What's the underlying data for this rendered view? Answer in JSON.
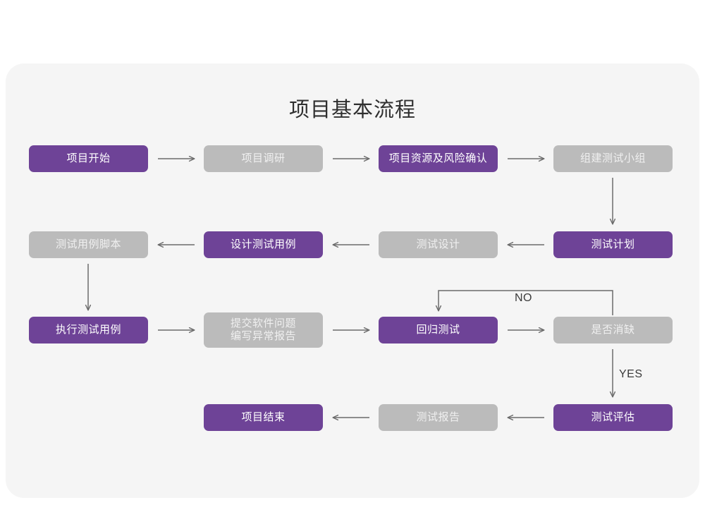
{
  "card": {
    "background": "#f5f5f5",
    "page_background": "#ffffff"
  },
  "title": "项目基本流程",
  "colors": {
    "purple": "#6e4397",
    "gray": "#bbbbbb",
    "purple_text": "#ffffff",
    "gray_text": "#f0f0f0",
    "connector": "#6b6b6b",
    "title_text": "#2f2f2f"
  },
  "chart_data": {
    "type": "diagram",
    "title": "项目基本流程",
    "nodes": [
      {
        "id": "n1",
        "label": "项目开始",
        "style": "purple",
        "row": 1,
        "col": 1
      },
      {
        "id": "n2",
        "label": "项目调研",
        "style": "gray",
        "row": 1,
        "col": 2
      },
      {
        "id": "n3",
        "label": "项目资源及风险确认",
        "style": "purple",
        "row": 1,
        "col": 3
      },
      {
        "id": "n4",
        "label": "组建测试小组",
        "style": "gray",
        "row": 1,
        "col": 4
      },
      {
        "id": "n5",
        "label": "测试用例脚本",
        "style": "gray",
        "row": 2,
        "col": 1
      },
      {
        "id": "n6",
        "label": "设计测试用例",
        "style": "purple",
        "row": 2,
        "col": 2
      },
      {
        "id": "n7",
        "label": "测试设计",
        "style": "gray",
        "row": 2,
        "col": 3
      },
      {
        "id": "n8",
        "label": "测试计划",
        "style": "purple",
        "row": 2,
        "col": 4
      },
      {
        "id": "n9",
        "label": "执行测试用例",
        "style": "purple",
        "row": 3,
        "col": 1
      },
      {
        "id": "n10",
        "label": "提交软件问题\n编写异常报告",
        "style": "gray",
        "row": 3,
        "col": 2
      },
      {
        "id": "n11",
        "label": "回归测试",
        "style": "purple",
        "row": 3,
        "col": 3
      },
      {
        "id": "n12",
        "label": "是否消缺",
        "style": "gray",
        "row": 3,
        "col": 4
      },
      {
        "id": "n13",
        "label": "项目结束",
        "style": "purple",
        "row": 4,
        "col": 2
      },
      {
        "id": "n14",
        "label": "测试报告",
        "style": "gray",
        "row": 4,
        "col": 3
      },
      {
        "id": "n15",
        "label": "测试评估",
        "style": "purple",
        "row": 4,
        "col": 4
      }
    ],
    "edges": [
      {
        "from": "n1",
        "to": "n2",
        "direction": "right",
        "label": ""
      },
      {
        "from": "n2",
        "to": "n3",
        "direction": "right",
        "label": ""
      },
      {
        "from": "n3",
        "to": "n4",
        "direction": "right",
        "label": ""
      },
      {
        "from": "n4",
        "to": "n8",
        "direction": "down",
        "label": ""
      },
      {
        "from": "n8",
        "to": "n7",
        "direction": "left",
        "label": ""
      },
      {
        "from": "n7",
        "to": "n6",
        "direction": "left",
        "label": ""
      },
      {
        "from": "n6",
        "to": "n5",
        "direction": "left",
        "label": ""
      },
      {
        "from": "n5",
        "to": "n9",
        "direction": "down",
        "label": ""
      },
      {
        "from": "n9",
        "to": "n10",
        "direction": "right",
        "label": ""
      },
      {
        "from": "n10",
        "to": "n11",
        "direction": "right",
        "label": ""
      },
      {
        "from": "n11",
        "to": "n12",
        "direction": "right",
        "label": ""
      },
      {
        "from": "n12",
        "to": "n11",
        "direction": "loop-up",
        "label": "NO"
      },
      {
        "from": "n12",
        "to": "n15",
        "direction": "down",
        "label": "YES"
      },
      {
        "from": "n15",
        "to": "n14",
        "direction": "left",
        "label": ""
      },
      {
        "from": "n14",
        "to": "n13",
        "direction": "left",
        "label": ""
      }
    ],
    "edge_labels": [
      "NO",
      "YES"
    ]
  },
  "labels": {
    "no": "NO",
    "yes": "YES"
  },
  "nodes": {
    "n1": "项目开始",
    "n2": "项目调研",
    "n3": "项目资源及风险确认",
    "n4": "组建测试小组",
    "n5": "测试用例脚本",
    "n6": "设计测试用例",
    "n7": "测试设计",
    "n8": "测试计划",
    "n9": "执行测试用例",
    "n10": "提交软件问题\n编写异常报告",
    "n11": "回归测试",
    "n12": "是否消缺",
    "n13": "项目结束",
    "n14": "测试报告",
    "n15": "测试评估"
  }
}
